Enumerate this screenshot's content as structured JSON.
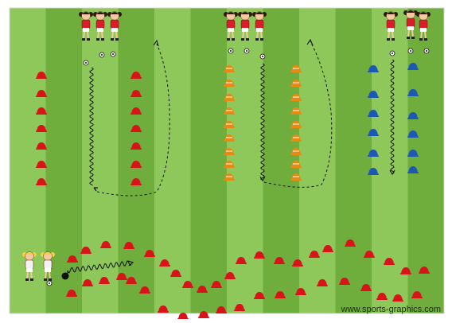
{
  "diagram": {
    "watermark": "www.sports-graphics.com",
    "colors": {
      "stripe_light": "#8fc85a",
      "stripe_dark": "#6fae3c",
      "border": "#d4d4d4",
      "cone_red": "#d8131a",
      "cone_orange": "#e88a12",
      "cone_blue": "#1d58b5",
      "shirt_red": "#d81e28",
      "shirt_white": "#f2f2f2",
      "hair_dark": "#2a1a0e",
      "hair_blonde": "#f2d33c",
      "line": "#111111"
    },
    "drills": [
      {
        "name": "drill-left",
        "cone_color": "red",
        "players": 3,
        "path": "dribble-out-return"
      },
      {
        "name": "drill-middle",
        "cone_color": "orange",
        "players": 3,
        "path": "dribble-out-return"
      },
      {
        "name": "drill-right",
        "cone_color": "blue",
        "players": 3,
        "path": "dribble-straight"
      },
      {
        "name": "drill-bottom-zigzag",
        "cone_color": "red",
        "players": 2,
        "path": "dribble-zigzag"
      }
    ]
  }
}
